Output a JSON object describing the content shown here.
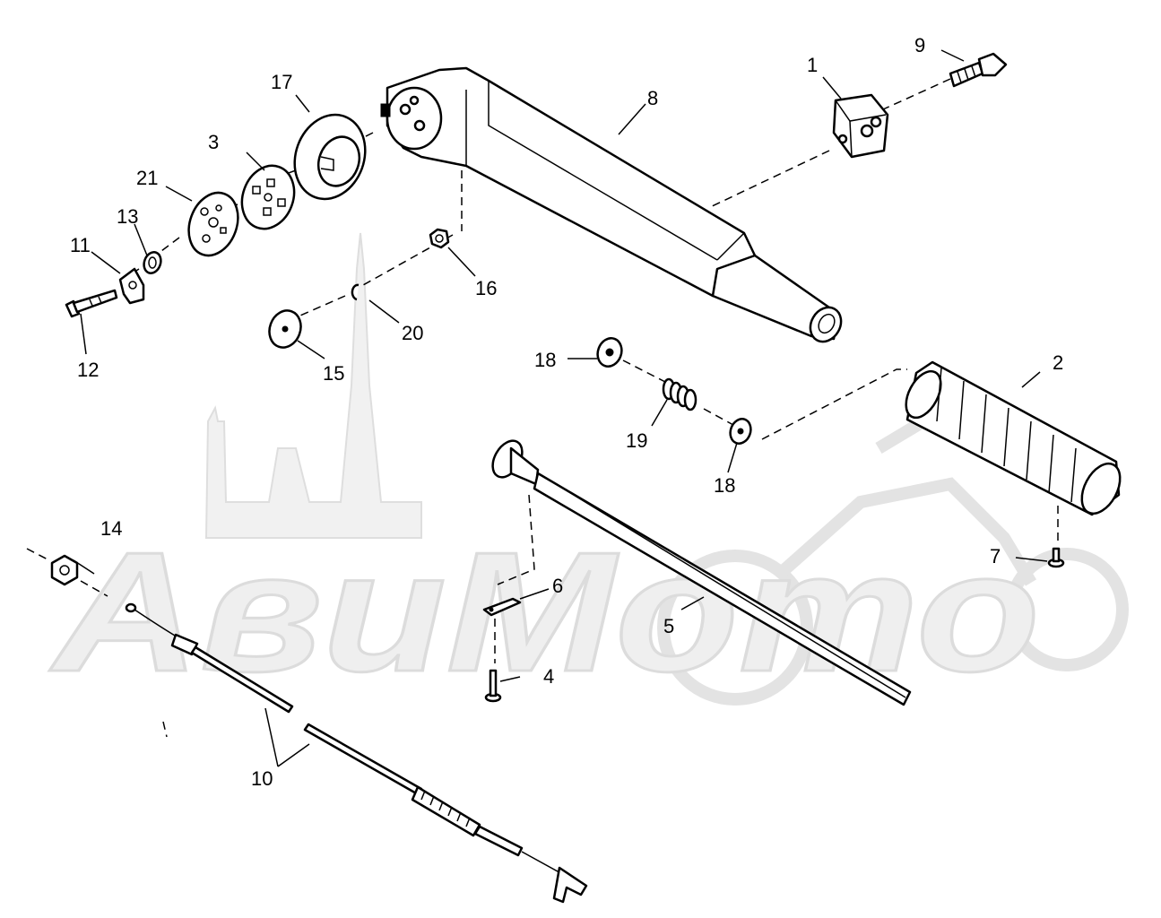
{
  "watermark": {
    "text": "АвиМото",
    "color": "#dcdcdc"
  },
  "callouts": {
    "c1": "1",
    "c2": "2",
    "c3": "3",
    "c4": "4",
    "c5": "5",
    "c6": "6",
    "c7": "7",
    "c8": "8",
    "c9": "9",
    "c10": "10",
    "c11": "11",
    "c12": "12",
    "c13": "13",
    "c14": "14",
    "c15": "15",
    "c16": "16",
    "c17": "17",
    "c18a": "18",
    "c18b": "18",
    "c19": "19",
    "c20": "20",
    "c21": "21"
  },
  "colors": {
    "line": "#000000",
    "background": "#ffffff"
  }
}
